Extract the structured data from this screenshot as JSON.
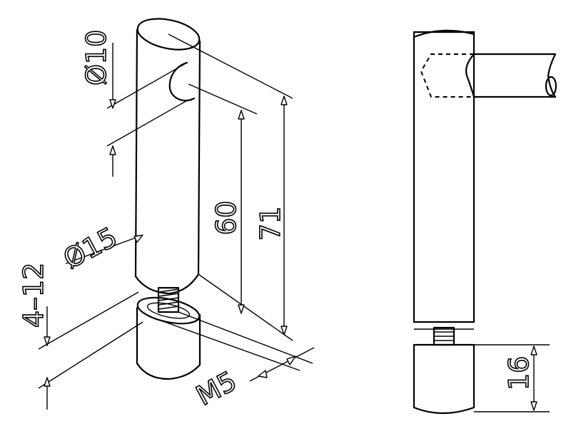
{
  "drawing": {
    "dimensions": {
      "dia_small": "Ø10",
      "dia_large": "Ø15",
      "height_60": "60",
      "height_71": "71",
      "range": "4–12",
      "thread": "M5",
      "base_height": "16"
    }
  }
}
